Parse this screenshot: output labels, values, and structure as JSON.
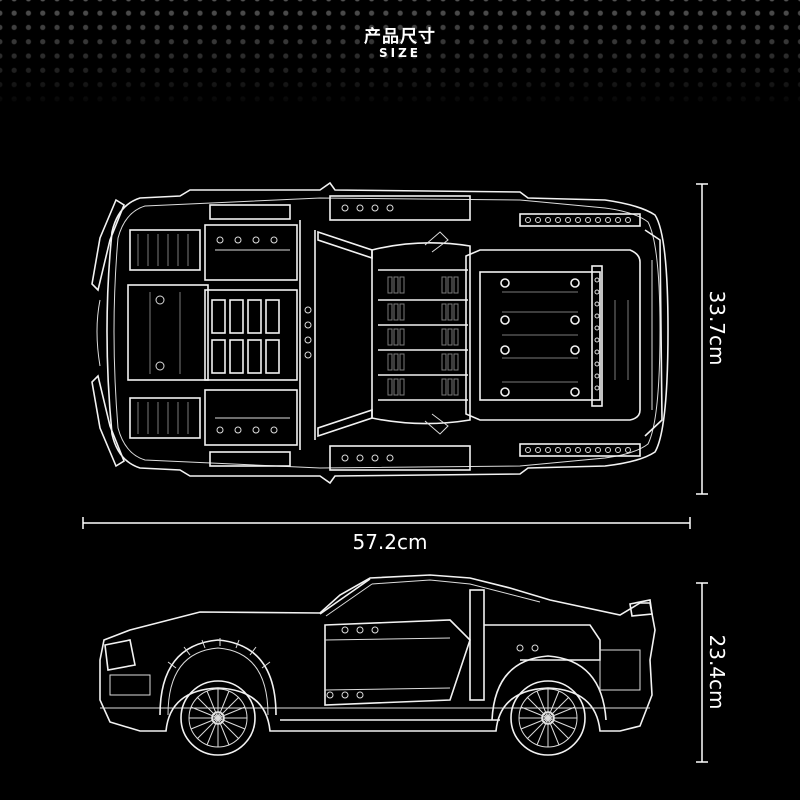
{
  "header": {
    "title_cn": "产品尺寸",
    "title_en": "SIZE"
  },
  "dimensions": {
    "length": "57.2cm",
    "width": "33.7cm",
    "height": "23.4cm"
  },
  "views": {
    "top": "car-top-view-blueprint",
    "side": "car-side-view-blueprint"
  },
  "colors": {
    "background": "#000000",
    "line": "#f2f2f2",
    "text": "#ffffff"
  }
}
